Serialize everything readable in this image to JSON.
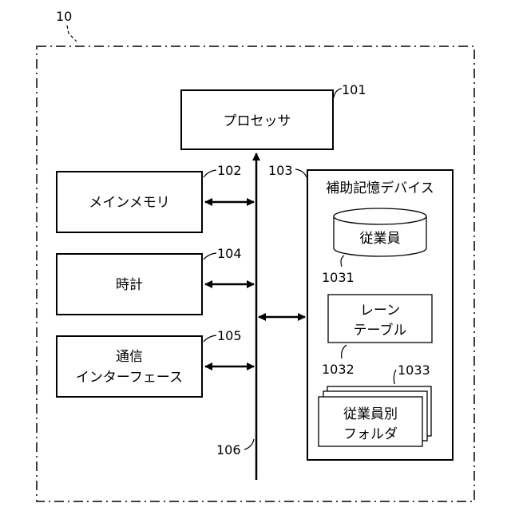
{
  "refs": {
    "device": "10",
    "processor": "101",
    "main_memory": "102",
    "aux_storage": "103",
    "clock": "104",
    "comm_if": "105",
    "bus": "106",
    "employee_db": "1031",
    "lane_table": "1032",
    "employee_folder": "1033"
  },
  "labels": {
    "processor": "プロセッサ",
    "main_memory": "メインメモリ",
    "clock": "時計",
    "comm_if_line1": "通信",
    "comm_if_line2": "インターフェース",
    "aux_storage": "補助記憶デバイス",
    "employee_db": "従業員",
    "lane_table_line1": "レーン",
    "lane_table_line2": "テーブル",
    "employee_folder_line1": "従業員別",
    "employee_folder_line2": "フォルダ"
  },
  "colors": {
    "line": "#000000",
    "background": "#ffffff"
  }
}
